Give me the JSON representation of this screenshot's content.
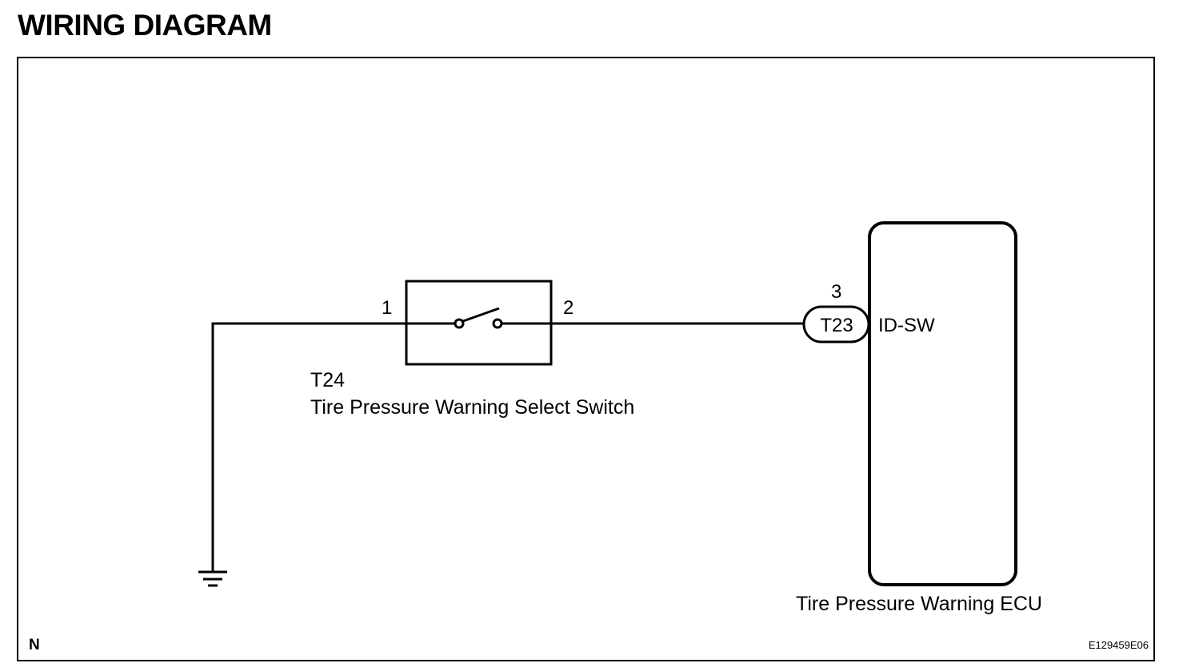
{
  "title": "WIRING DIAGRAM",
  "switch": {
    "connector": "T24",
    "name": "Tire Pressure Warning Select Switch",
    "pin_left": "1",
    "pin_right": "2"
  },
  "ecu": {
    "name": "Tire Pressure Warning ECU",
    "connector": "T23",
    "pin": "3",
    "terminal": "ID-SW"
  },
  "corner_letter": "N",
  "figure_code": "E129459E06",
  "colors": {
    "line": "#000000",
    "background": "#ffffff"
  }
}
